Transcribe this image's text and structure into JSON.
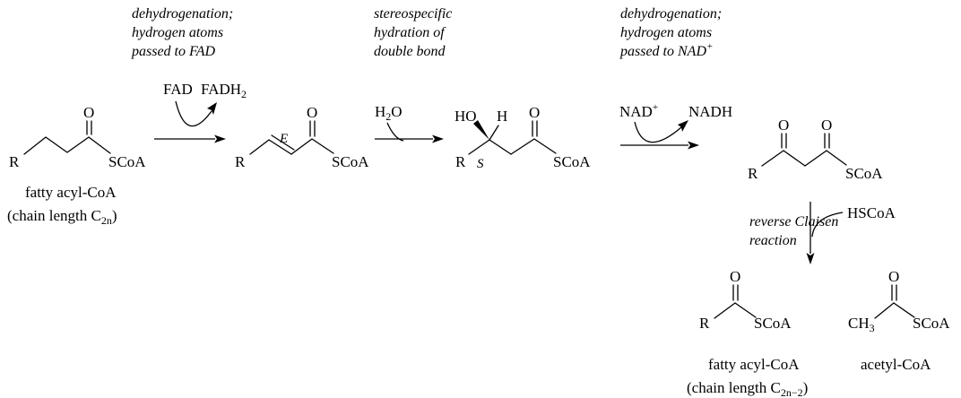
{
  "notes": {
    "step1": [
      "dehydrogenation;",
      "hydrogen atoms",
      "passed to FAD"
    ],
    "step2": [
      "stereospecific",
      "hydration of",
      "double bond"
    ],
    "step3_lines": [
      "dehydrogenation;",
      "hydrogen atoms"
    ],
    "step3_last": "passed to NAD",
    "step4": [
      "reverse Claisen",
      "reaction"
    ]
  },
  "reagents": {
    "fad": "FAD",
    "fadh2": "FADH",
    "fadh2_sub": "2",
    "water_h": "H",
    "water_sub": "2",
    "water_o": "O",
    "nad": "NAD",
    "nad_sup": "+",
    "nadh": "NADH",
    "hscoa": "HSCoA"
  },
  "atoms": {
    "R": "R",
    "O": "O",
    "SCoA": "SCoA",
    "E": "E",
    "S": "S",
    "HO": "HO",
    "H": "H",
    "CH": "CH",
    "CH_sub": "3"
  },
  "captions": {
    "fatty_acyl": "fatty acyl-CoA",
    "chain_length": "(chain length C",
    "chain_sub_2n": "2n",
    "chain_close": ")",
    "fatty_acyl_2": "fatty acyl-CoA",
    "chain_length_2": "(chain length C",
    "chain_sub_2n2": "2n−2",
    "chain_close_2": ")",
    "acetyl": "acetyl-CoA"
  }
}
